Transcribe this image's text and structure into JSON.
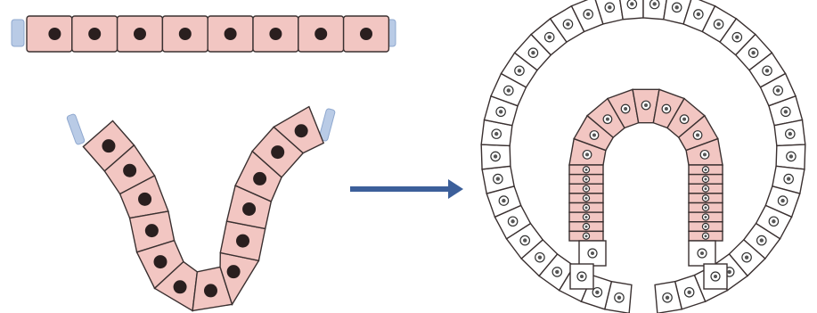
{
  "diagram": {
    "stages": [
      {
        "name": "flat-epithelial-sheet"
      },
      {
        "name": "invaginating-sheet"
      },
      {
        "name": "cup-shaped-invagination"
      }
    ],
    "arrow": {
      "direction": "right"
    },
    "colors": {
      "specialized_cell": "#f2c6c2",
      "unspecialized_cell": "#ffffff",
      "cell_border": "#3a3030",
      "nucleus": "#2a1f1f",
      "arrow": "#3c5f9a",
      "sheet_edge": "#b9cbe6"
    }
  }
}
